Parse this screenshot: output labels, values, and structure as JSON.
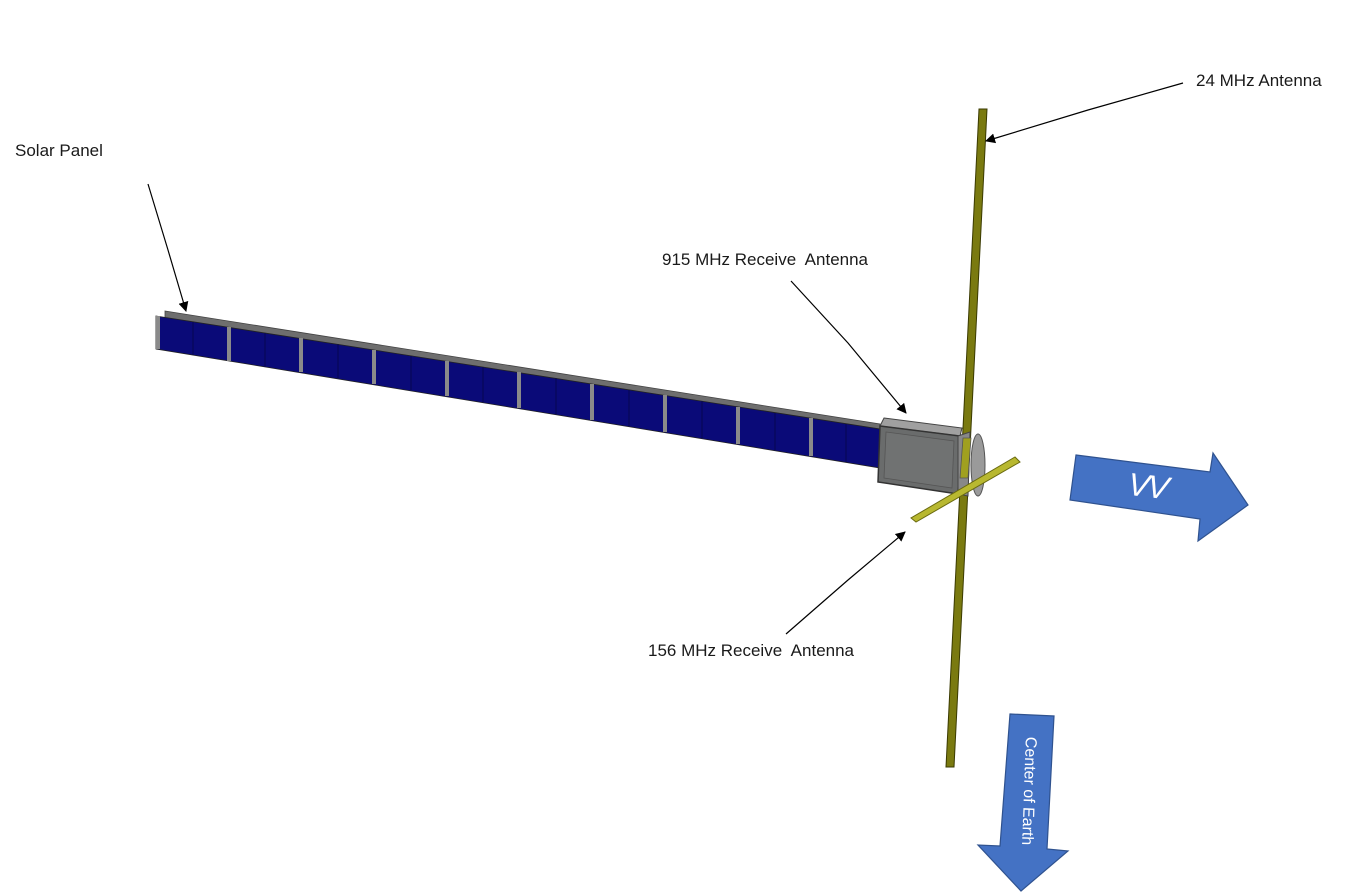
{
  "diagram": {
    "type": "spacecraft-configuration",
    "labels": {
      "solar_panel": "Solar Panel",
      "antenna_24mhz": "24 MHz Antenna",
      "antenna_915mhz": "915 MHz Receive  Antenna",
      "antenna_156mhz": "156 MHz Receive  Antenna"
    },
    "direction_arrows": {
      "velocity": "VV",
      "nadir": "Center of Earth"
    },
    "colors": {
      "solar_cell": "#0a0a78",
      "panel_frame": "#6e6e6e",
      "bus_body": "#6a6c6c",
      "antenna": "#7a7a10",
      "antenna_small": "#b8b830",
      "direction_arrow": "#4472c4",
      "leader_line": "#000000"
    }
  }
}
